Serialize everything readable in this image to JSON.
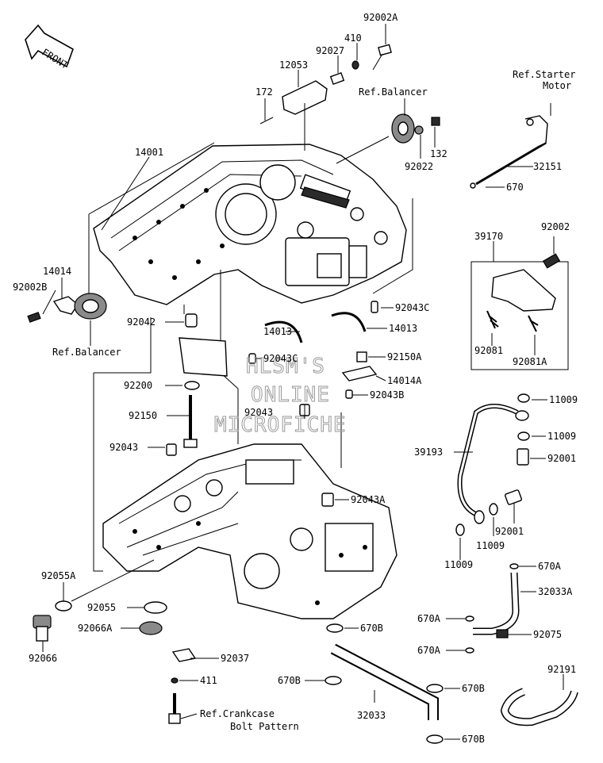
{
  "front_arrow": "FRONT",
  "watermark": [
    "HLSM'S",
    "ONLINE",
    "MICROFICHE"
  ],
  "labels": {
    "p92002A": "92002A",
    "p410": "410",
    "p92027": "92027",
    "p12053": "12053",
    "p172": "172",
    "ref_balancer_top": "Ref.Balancer",
    "p132": "132",
    "p92022": "92022",
    "ref_starter_motor_1": "Ref.Starter",
    "ref_starter_motor_2": "Motor",
    "p32151": "32151",
    "p670": "670",
    "p14001": "14001",
    "p39170": "39170",
    "p92002": "92002",
    "p14014": "14014",
    "p92002B": "92002B",
    "ref_balancer_left": "Ref.Balancer",
    "p92042": "92042",
    "p92043C_a": "92043C",
    "p14013_a": "14013",
    "p14013_b": "14013",
    "p92081": "92081",
    "p92081A": "92081A",
    "p92043C_b": "92043C",
    "p92150A": "92150A",
    "p14014A": "14014A",
    "p92200": "92200",
    "p92043B": "92043B",
    "p11009_a": "11009",
    "p92150": "92150",
    "p92043_a": "92043",
    "p11009_b": "11009",
    "p39193": "39193",
    "p92043_b": "92043",
    "p92001_a": "92001",
    "p92043A": "92043A",
    "p92001_b": "92001",
    "p11009_c": "11009",
    "p11009_d": "11009",
    "p670A_a": "670A",
    "p92055A": "92055A",
    "p32033A": "32033A",
    "p92055": "92055",
    "p670B_a": "670B",
    "p670A_b": "670A",
    "p92066A": "92066A",
    "p92075": "92075",
    "p670A_c": "670A",
    "p92066": "92066",
    "p92037": "92037",
    "p92191": "92191",
    "p411": "411",
    "p670B_b": "670B",
    "p670B_c": "670B",
    "ref_crankcase_1": "Ref.Crankcase",
    "ref_crankcase_2": "Bolt Pattern",
    "p32033": "32033",
    "p670B_d": "670B"
  }
}
